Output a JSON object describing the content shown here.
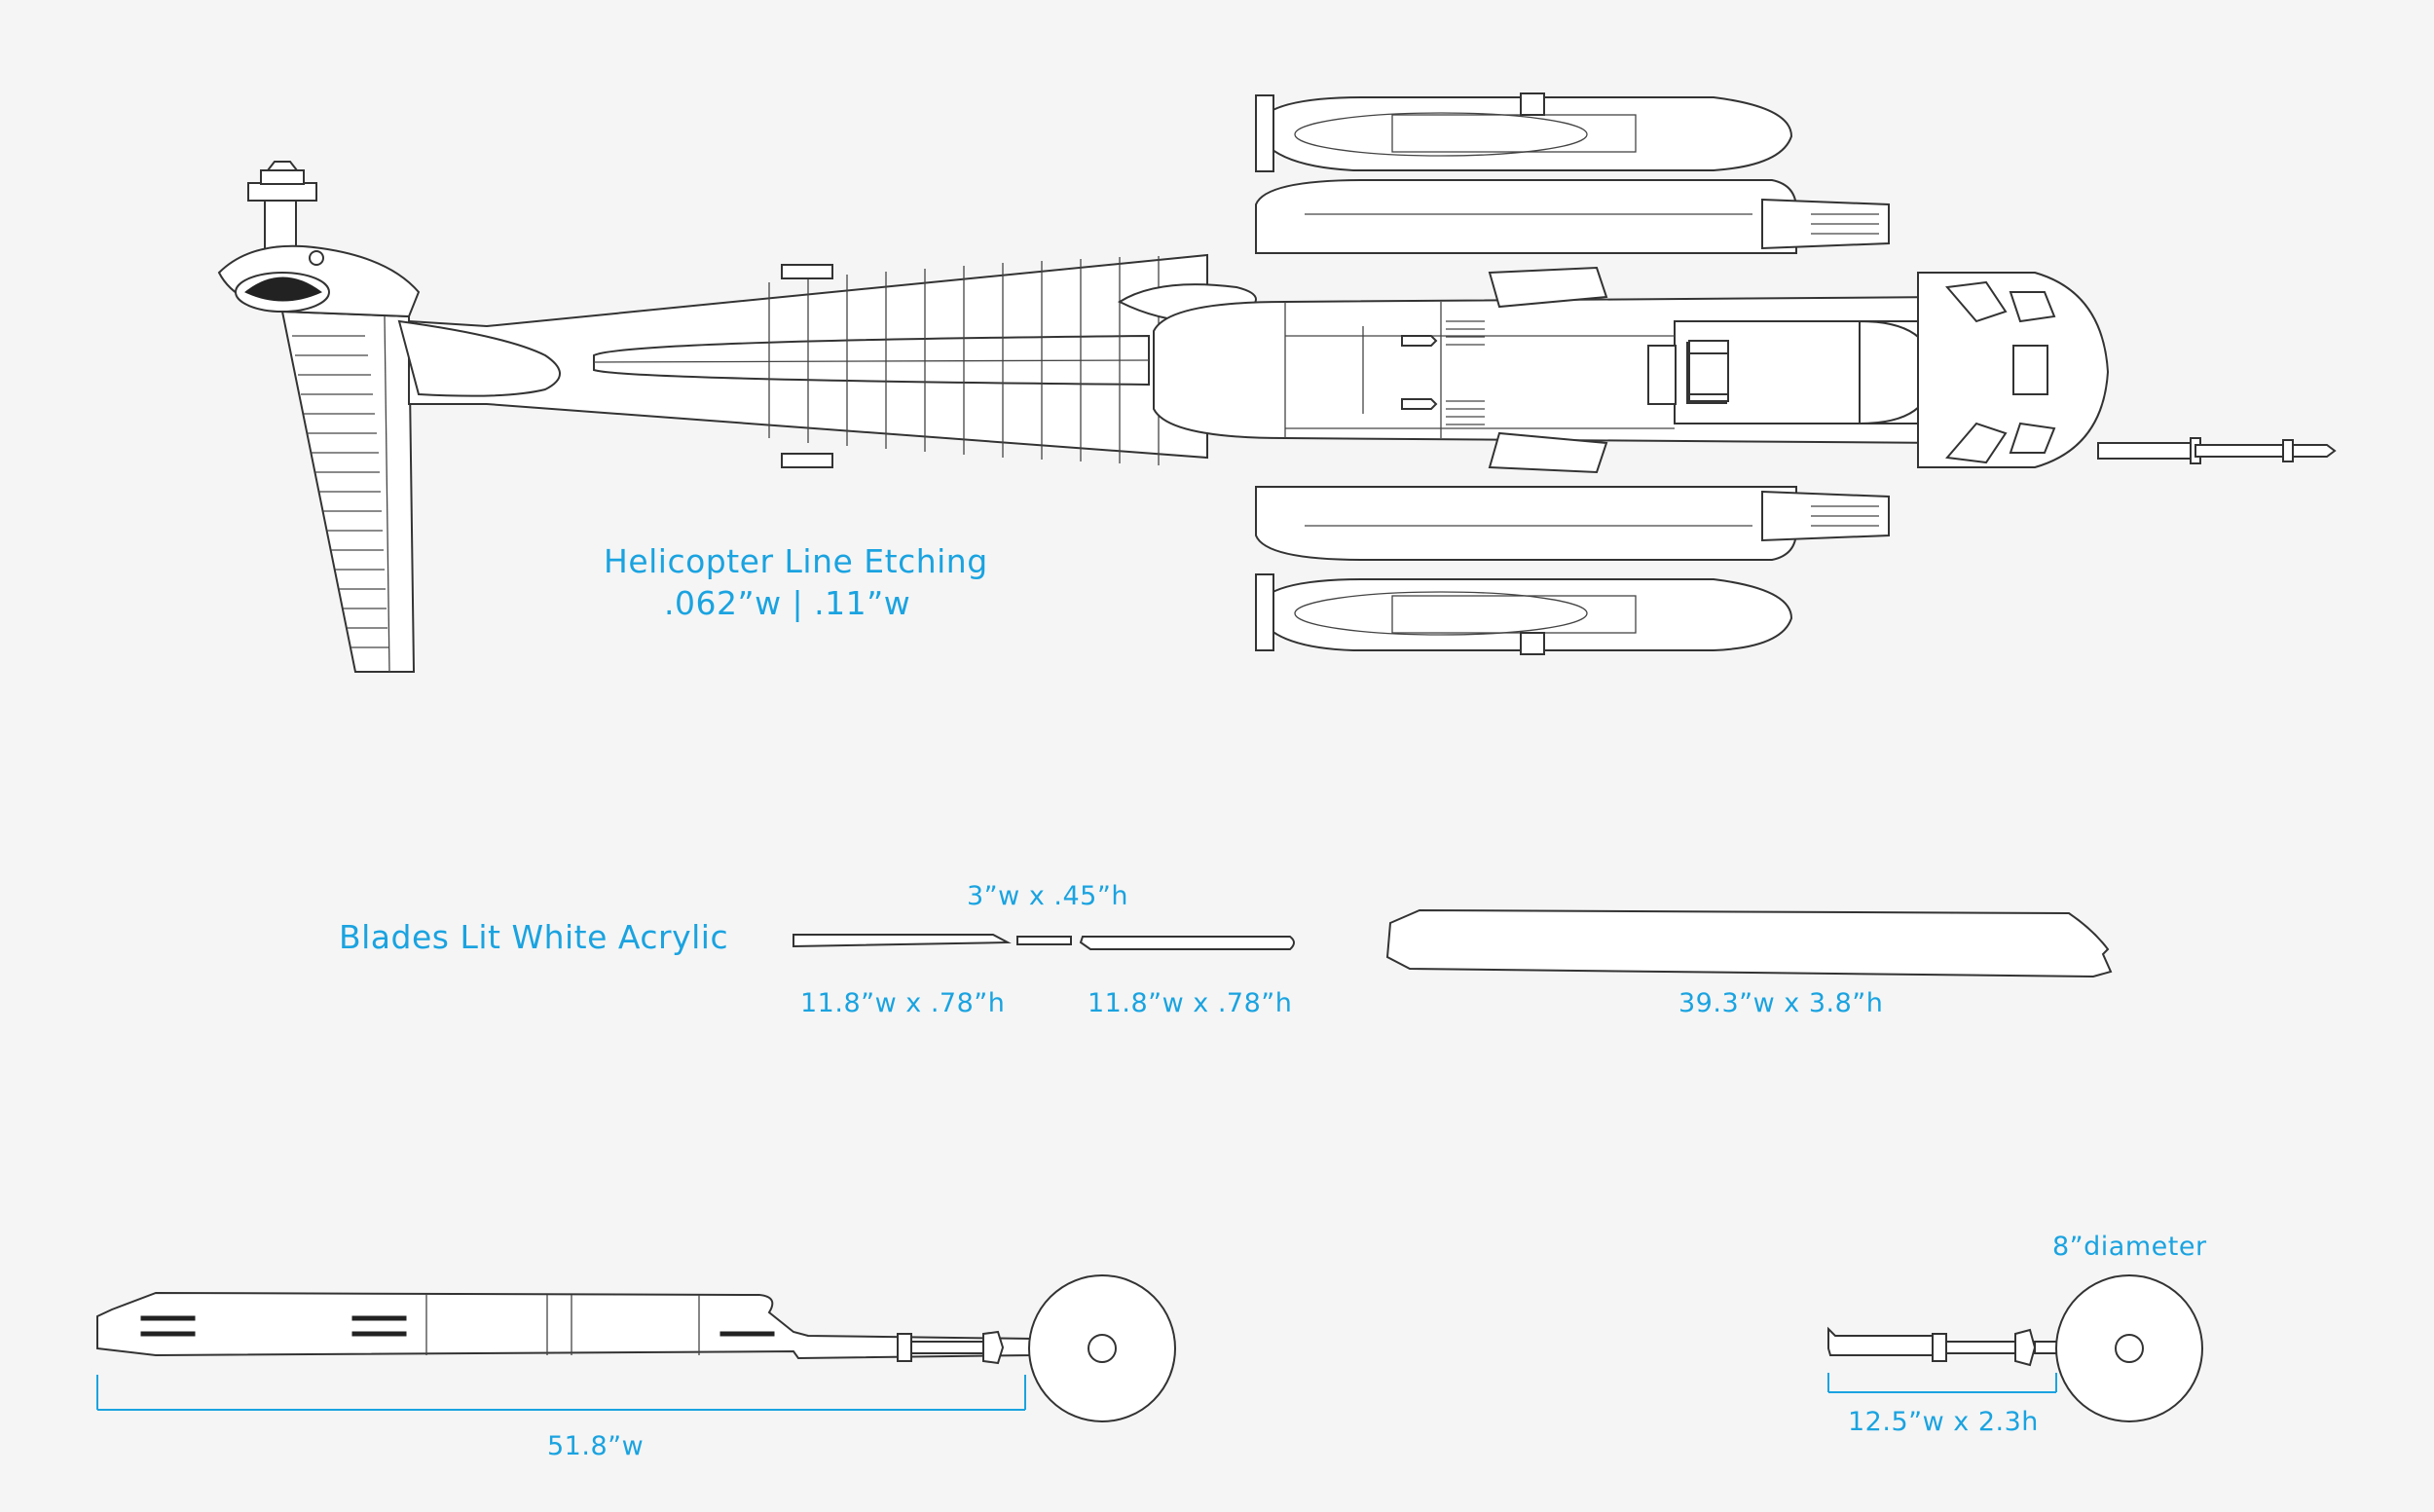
{
  "colors": {
    "background": "#f5f5f5",
    "label": "#1aa3e0",
    "line": "#333333"
  },
  "labels": {
    "helicopter_title": "Helicopter Line Etching",
    "helicopter_widths": ".062”w  |  .11”w",
    "blades_title": "Blades Lit White Acrylic",
    "blade_small_center": "3”w x  .45”h",
    "blade_left": "11.8”w x  .78”h",
    "blade_right": "11.8”w x  .78”h",
    "blade_long": "39.3”w x 3.8”h",
    "rotor_large_width": "51.8”w",
    "rotor_small_diameter": "8”diameter",
    "rotor_small_size": "12.5”w x 2.3h"
  }
}
